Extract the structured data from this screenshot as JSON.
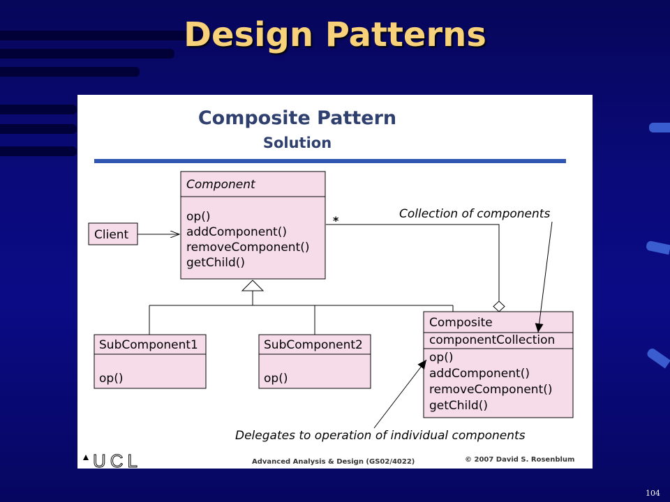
{
  "slide": {
    "title": "Design Patterns",
    "page_number": "104"
  },
  "figure": {
    "title": "Composite Pattern",
    "subtitle": "Solution",
    "classes": {
      "component": {
        "name": "Component",
        "operations": [
          "op()",
          "addComponent()",
          "removeComponent()",
          "getChild()"
        ]
      },
      "client": {
        "name": "Client"
      },
      "sub1": {
        "name": "SubComponent1",
        "operations": [
          "op()"
        ]
      },
      "sub2": {
        "name": "SubComponent2",
        "operations": [
          "op()"
        ]
      },
      "composite": {
        "name": "Composite",
        "attribute": "componentCollection",
        "operations": [
          "op()",
          "addComponent()",
          "removeComponent()",
          "getChild()"
        ]
      }
    },
    "multiplicity": "*",
    "annotations": {
      "collection": "Collection of components",
      "delegates": "Delegates to operation of individual components"
    },
    "footer": {
      "logo_text": "UCL",
      "course": "Advanced Analysis & Design (GS02/4022)",
      "copyright": "© 2007 David S. Rosenblum"
    }
  },
  "colors": {
    "background": "#0a0a7a",
    "title": "#f8d27a",
    "class_fill": "#f6dbe8",
    "heading": "#2f3f6e",
    "rule": "#2f56b0"
  }
}
